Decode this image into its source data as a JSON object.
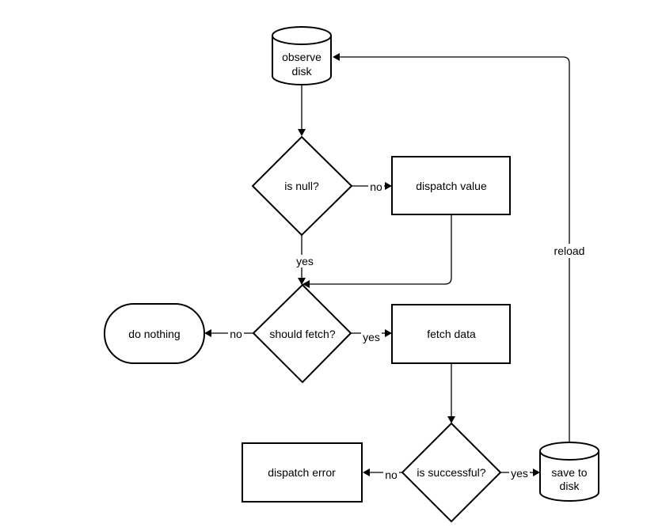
{
  "diagram": {
    "nodes": {
      "observe_disk": {
        "line1": "observe",
        "line2": "disk"
      },
      "is_null": "is null?",
      "dispatch_value": "dispatch value",
      "should_fetch": "should fetch?",
      "do_nothing": "do nothing",
      "fetch_data": "fetch data",
      "is_successful": "is successful?",
      "dispatch_error": "dispatch error",
      "save_to_disk": {
        "line1": "save to",
        "line2": "disk"
      }
    },
    "edges": {
      "is_null_no": "no",
      "is_null_yes": "yes",
      "should_fetch_no": "no",
      "should_fetch_yes": "yes",
      "is_successful_no": "no",
      "is_successful_yes": "yes",
      "reload": "reload"
    }
  }
}
